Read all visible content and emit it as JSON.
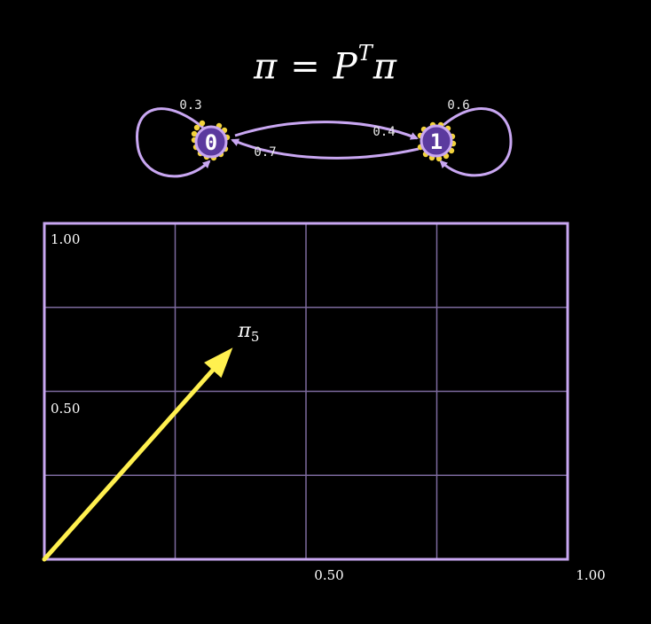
{
  "equation": {
    "lhs": "π",
    "op": "=",
    "matrix": "P",
    "sup": "T",
    "rhs": "π"
  },
  "markov_chain": {
    "states": [
      {
        "label": "0",
        "self_loop_prob": "0.3"
      },
      {
        "label": "1",
        "self_loop_prob": "0.6"
      }
    ],
    "transitions": [
      {
        "from": "0",
        "to": "1",
        "prob": "0.4"
      },
      {
        "from": "1",
        "to": "0",
        "prob": "0.7"
      }
    ]
  },
  "chart_data": {
    "type": "vector",
    "x_tick_labels": [
      "0.50",
      "1.00"
    ],
    "y_tick_labels": [
      "1.00",
      "0.50"
    ],
    "xlim": [
      0,
      1
    ],
    "ylim": [
      0,
      1
    ],
    "grid": true,
    "vector": {
      "label_base": "π",
      "label_sub": "5",
      "x": 0.36,
      "y": 0.63
    }
  },
  "colors": {
    "background": "#000000",
    "lavender": "#c9a7f2",
    "node_fill": "#5b3a9e",
    "dots": "#f3d33c",
    "vector": "#fff04f",
    "text": "#ffffff"
  }
}
